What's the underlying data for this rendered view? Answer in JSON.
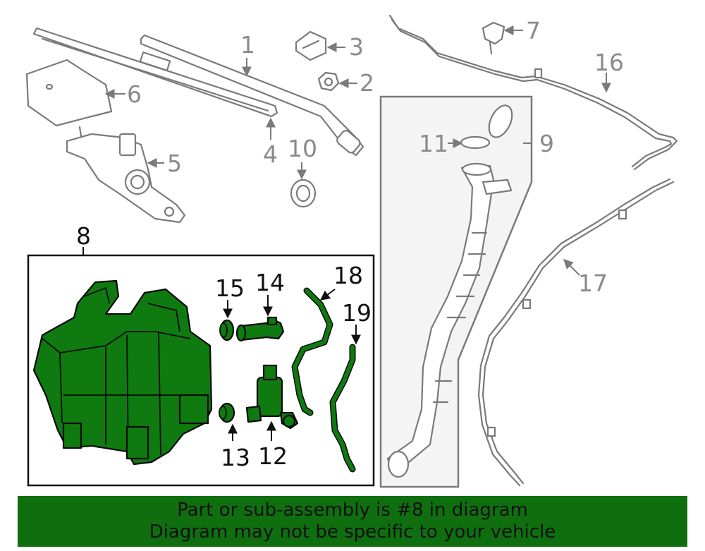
{
  "callouts": {
    "c1": "1",
    "c2": "2",
    "c3": "3",
    "c4": "4",
    "c5": "5",
    "c6": "6",
    "c7": "7",
    "c8": "8",
    "c9": "9",
    "c10": "10",
    "c11": "11",
    "c12": "12",
    "c13": "13",
    "c14": "14",
    "c15": "15",
    "c16": "16",
    "c17": "17",
    "c18": "18",
    "c19": "19"
  },
  "footer": {
    "line1": "Part or sub-assembly is #8 in diagram",
    "line2": "Diagram may not be specific to your vehicle"
  },
  "colors": {
    "highlight": "#0f7a0f",
    "banner": "#0f6f0f",
    "outline_gray": "#7a7a7a"
  }
}
